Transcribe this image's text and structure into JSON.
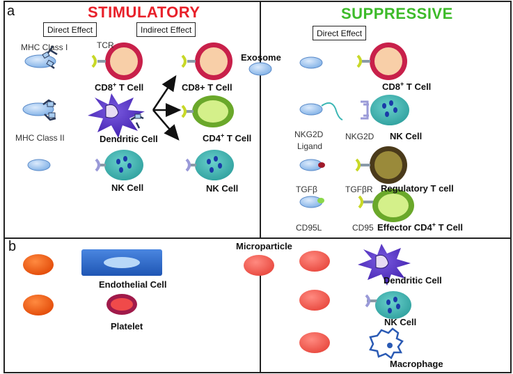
{
  "panel_a": {
    "letter": "a",
    "stimulatory_title": "STIMULATORY",
    "suppressive_title": "SUPPRESSIVE",
    "direct_effect_left": "Direct Effect",
    "indirect_effect": "Indirect Effect",
    "direct_effect_right": "Direct Effect",
    "mhc1": "MHC Class I",
    "tcr": "TCR",
    "cd8_direct_pre": "CD8",
    "cd8_direct_sup": "+",
    "cd8_direct_post": " T Cell",
    "cd8_indirect": "CD8+ T Cell",
    "exosome": "Exosome",
    "mhc2": "MHC Class II",
    "dendritic": "Dendritic Cell",
    "cd4_pre": "CD4",
    "cd4_sup": "+",
    "cd4_post": " T Cell",
    "nk_direct": "NK Cell",
    "nk_indirect": "NK Cell",
    "sup_cd8_pre": "CD8",
    "sup_cd8_sup": "+",
    "sup_cd8_post": " T Cell",
    "nkg2d_ligand_1": "NKG2D",
    "nkg2d_ligand_2": "Ligand",
    "nkg2d": "NKG2D",
    "sup_nk": "NK Cell",
    "tgfb": "TGFβ",
    "tgfbr": "TGFβR",
    "treg": "Regulatory T cell",
    "cd95l": "CD95L",
    "cd95": "CD95",
    "effector_pre": "Effector CD4",
    "effector_sup": "+",
    "effector_post": " T Cell"
  },
  "panel_b": {
    "letter": "b",
    "microparticle": "Microparticle",
    "endothelial": "Endothelial Cell",
    "platelet": "Platelet",
    "dendritic": "Dendritic Cell",
    "nk": "NK Cell",
    "macrophage": "Macrophage"
  },
  "colors": {
    "stimulatory": "#e8202a",
    "suppressive": "#3dbb2a",
    "vesicle": "#a8ccf0",
    "cd8_ring": "#c8204a",
    "cd8_core": "#f8cfa8",
    "cd4_ring": "#6aa82a",
    "cd4_core": "#d4f08a",
    "nk_cell": "#3ab6b4",
    "treg_ring": "#4a3a1a",
    "treg_core": "#9a8a3a",
    "microparticle_orange": "#f05a14",
    "microparticle_red": "#f0645a",
    "endothelial": "#2a66c8",
    "platelet_core": "#f04a4a",
    "platelet_ring": "#a01a4a",
    "dendritic": "#5a3acc"
  }
}
